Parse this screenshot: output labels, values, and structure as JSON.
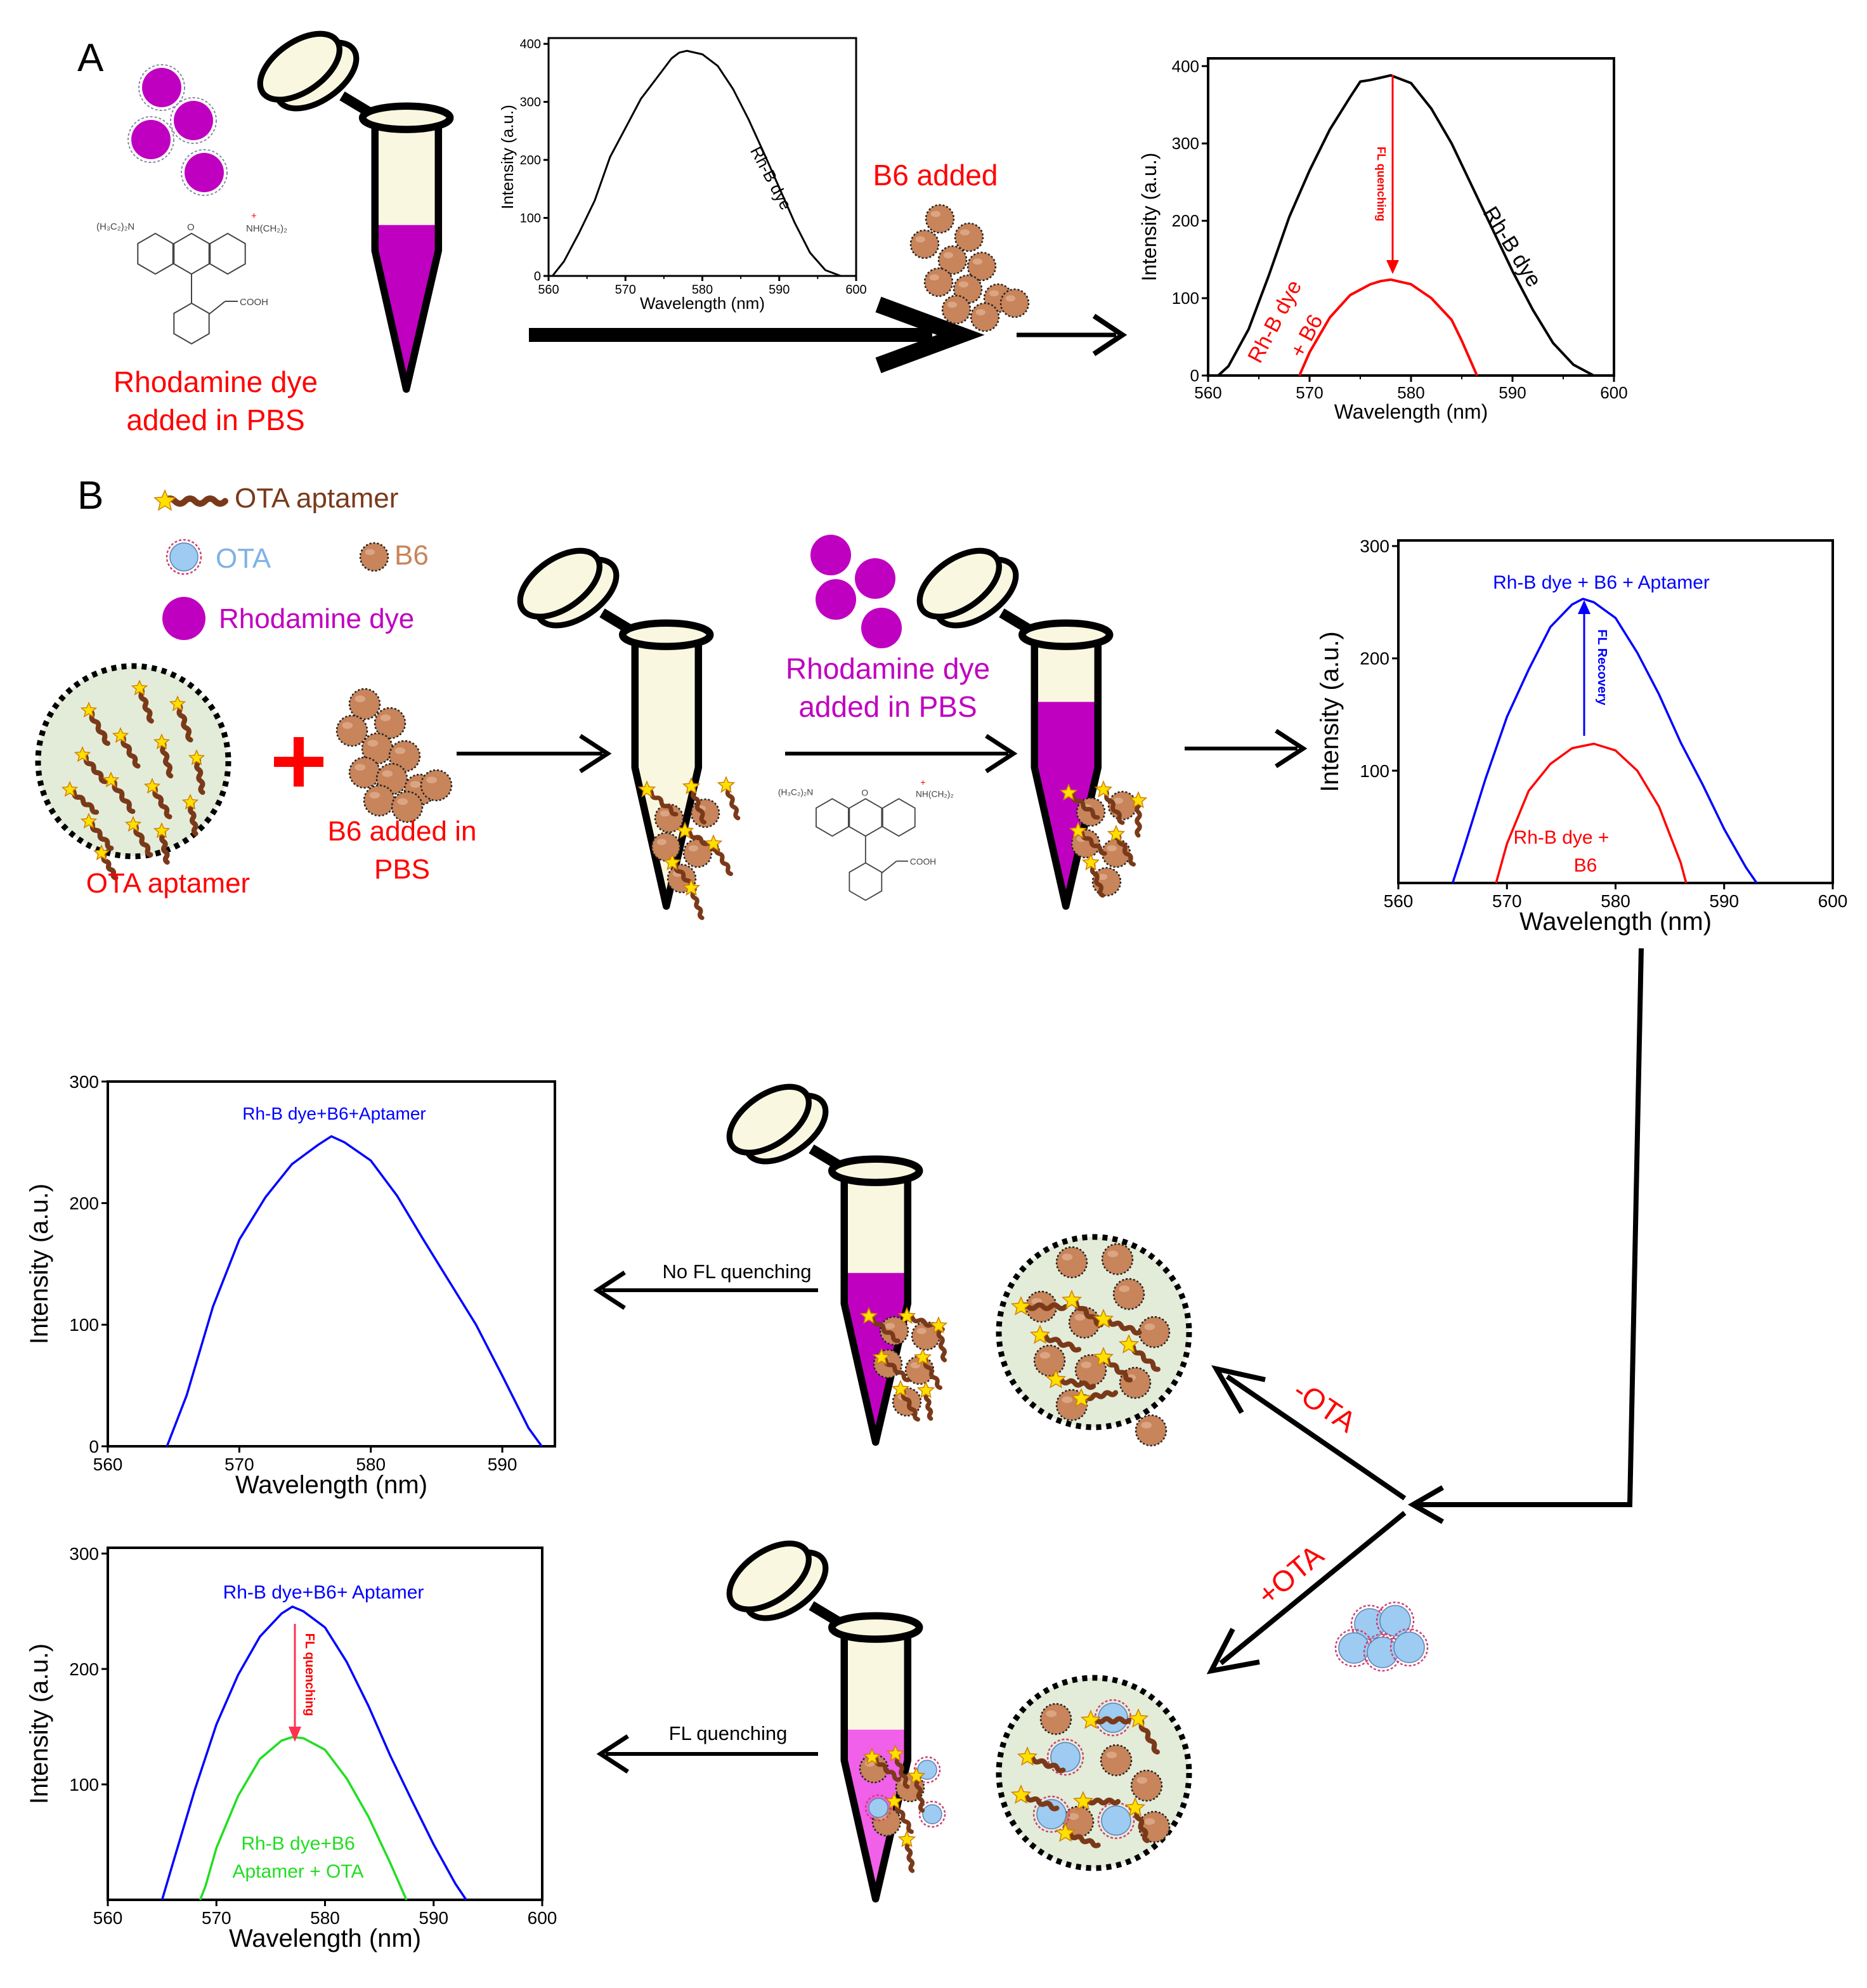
{
  "panels": {
    "a": "A",
    "b": "B"
  },
  "colors": {
    "rhodamine": "#c000c0",
    "b6": "#c8845a",
    "ota": "#9ecbf2",
    "aptamer": "#7a3a1a",
    "star": "#ffe000",
    "pale_green": "#e3ecd9",
    "curve_black": "#000000",
    "curve_red": "#ff0000",
    "curve_blue": "#0000ff",
    "curve_green": "#22dd22",
    "text_red": "#ff0000",
    "text_purple": "#c000c0",
    "text_brown": "#7a3a1a",
    "text_lightblue": "#7fb2e5"
  },
  "panel_a": {
    "dye_label": [
      "Rhodamine dye",
      "added in PBS"
    ],
    "b6_added": "B6 added",
    "structure_labels": {
      "left": "(H₃C₂)₂N",
      "right": "NH(CH₂)₂",
      "cooh": "COOH",
      "o": "O",
      "plus": "+"
    }
  },
  "legend": {
    "aptamer": "OTA aptamer",
    "ota": "OTA",
    "b6": "B6",
    "rhodamine": "Rhodamine dye"
  },
  "panel_b": {
    "aptamer_label": "OTA aptamer",
    "b6_label": [
      "B6 added in",
      "PBS"
    ],
    "dye_label": [
      "Rhodamine dye",
      "added in PBS"
    ],
    "minus_ota": "-OTA",
    "plus_ota": "+OTA",
    "no_quench_arrow": "No FL quenching",
    "quench_arrow": "FL quenching"
  },
  "chart_data": [
    {
      "id": "a1",
      "type": "line",
      "xlabel": "Wavelength (nm)",
      "ylabel": "Intensity (a.u.)",
      "xlim": [
        560,
        600
      ],
      "ylim": [
        0,
        410
      ],
      "xticks": [
        560,
        570,
        580,
        590,
        600
      ],
      "yticks": [
        0,
        100,
        200,
        300,
        400
      ],
      "series": [
        {
          "name": "Rh-B dye",
          "color": "#000000",
          "x": [
            560.5,
            562,
            564,
            566,
            568,
            570,
            572,
            574,
            576,
            577,
            578,
            580,
            582,
            584,
            586,
            588,
            590,
            592,
            594,
            596,
            598
          ],
          "y": [
            0,
            25,
            75,
            130,
            205,
            255,
            305,
            340,
            375,
            385,
            388,
            382,
            362,
            322,
            270,
            212,
            152,
            92,
            40,
            10,
            0
          ]
        }
      ],
      "annotations": [
        {
          "text": "Rh-B dye",
          "color": "#000000"
        }
      ]
    },
    {
      "id": "a2",
      "type": "line",
      "xlabel": "Wavelength (nm)",
      "ylabel": "Intensity (a.u.)",
      "xlim": [
        560,
        600
      ],
      "ylim": [
        0,
        410
      ],
      "xticks": [
        560,
        570,
        580,
        590,
        600
      ],
      "yticks": [
        0,
        100,
        200,
        300,
        400
      ],
      "series": [
        {
          "name": "Rh-B dye",
          "color": "#000000",
          "x": [
            561,
            562,
            564,
            566,
            568,
            570,
            572,
            574,
            575,
            576,
            577,
            578,
            580,
            582,
            584,
            586,
            588,
            590,
            592,
            594,
            596,
            598
          ],
          "y": [
            0,
            12,
            60,
            130,
            205,
            265,
            318,
            360,
            380,
            382,
            385,
            388,
            378,
            345,
            300,
            245,
            190,
            135,
            85,
            42,
            14,
            0
          ]
        },
        {
          "name": "Rh-B dye + B6",
          "color": "#ff0000",
          "x": [
            569,
            570,
            572,
            574,
            576,
            577,
            578,
            580,
            582,
            584,
            585,
            586,
            586.5
          ],
          "y": [
            0,
            30,
            75,
            104,
            118,
            122,
            124,
            118,
            100,
            72,
            45,
            15,
            0
          ]
        }
      ],
      "annotations": [
        {
          "text": "Rh-B dye",
          "color": "#000000"
        },
        {
          "text": "Rh-B dye",
          "color": "#ff0000"
        },
        {
          "text": "+ B6",
          "color": "#ff0000"
        },
        {
          "text": "FL quenching",
          "color": "#ff0000"
        }
      ]
    },
    {
      "id": "b1",
      "type": "line",
      "xlabel": "Wavelength (nm)",
      "ylabel": "Intensity (a.u.)",
      "xlim": [
        560,
        600
      ],
      "ylim": [
        0,
        305
      ],
      "xticks": [
        560,
        570,
        580,
        590,
        600
      ],
      "yticks": [
        100,
        200,
        300
      ],
      "series": [
        {
          "name": "Rh-B dye + B6 + Aptamer",
          "color": "#0000ff",
          "x": [
            565,
            566,
            568,
            570,
            572,
            574,
            576,
            577,
            578,
            580,
            582,
            584,
            586,
            588,
            590,
            592,
            593
          ],
          "y": [
            0,
            30,
            92,
            148,
            190,
            228,
            248,
            253,
            250,
            236,
            205,
            168,
            125,
            88,
            48,
            14,
            0
          ]
        },
        {
          "name": "Rh-B dye + B6",
          "color": "#ff0000",
          "x": [
            569,
            570,
            572,
            574,
            576,
            577,
            578,
            580,
            582,
            584,
            586,
            586.5
          ],
          "y": [
            0,
            35,
            82,
            106,
            120,
            122,
            124,
            118,
            100,
            68,
            18,
            0
          ]
        }
      ],
      "annotations": [
        {
          "text": "Rh-B dye + B6 + Aptamer",
          "color": "#0000ff"
        },
        {
          "text": "FL Recovery",
          "color": "#0000ff"
        },
        {
          "text": "Rh-B dye +",
          "color": "#ff0000"
        },
        {
          "text": "B6",
          "color": "#ff0000"
        }
      ]
    },
    {
      "id": "b2",
      "type": "line",
      "xlabel": "Wavelength (nm)",
      "ylabel": "Intensity (a.u.)",
      "xlim": [
        560,
        594
      ],
      "ylim": [
        0,
        300
      ],
      "xticks": [
        560,
        570,
        580,
        590
      ],
      "yticks": [
        0,
        100,
        200,
        300
      ],
      "series": [
        {
          "name": "Rh-B dye+B6+Aptamer",
          "color": "#0000ff",
          "x": [
            564.5,
            566,
            568,
            570,
            572,
            574,
            575,
            576,
            577,
            578,
            580,
            582,
            584,
            586,
            588,
            590,
            592,
            593
          ],
          "y": [
            0,
            42,
            115,
            170,
            205,
            232,
            240,
            248,
            255,
            250,
            235,
            206,
            170,
            135,
            100,
            58,
            15,
            0
          ]
        }
      ],
      "annotations": [
        {
          "text": "Rh-B dye+B6+Aptamer",
          "color": "#0000ff"
        }
      ]
    },
    {
      "id": "b3",
      "type": "line",
      "xlabel": "Wavelength (nm)",
      "ylabel": "Intensity (a.u.)",
      "xlim": [
        560,
        600
      ],
      "ylim": [
        0,
        305
      ],
      "xticks": [
        560,
        570,
        580,
        590,
        600
      ],
      "yticks": [
        100,
        200,
        300
      ],
      "series": [
        {
          "name": "Rh-B dye+B6+ Aptamer",
          "color": "#0000ff",
          "x": [
            565,
            566,
            568,
            570,
            572,
            574,
            576,
            577,
            578,
            580,
            582,
            584,
            586,
            588,
            590,
            592,
            593
          ],
          "y": [
            0,
            32,
            95,
            152,
            195,
            228,
            248,
            254,
            250,
            236,
            206,
            168,
            125,
            86,
            48,
            14,
            0
          ]
        },
        {
          "name": "Rh-B dye+B6 Aptamer + OTA",
          "color": "#22dd22",
          "x": [
            568.5,
            569,
            570,
            572,
            574,
            576,
            577,
            578,
            580,
            582,
            584,
            586,
            587.5
          ],
          "y": [
            0,
            12,
            45,
            90,
            122,
            138,
            141,
            140,
            130,
            105,
            72,
            32,
            0
          ]
        }
      ],
      "annotations": [
        {
          "text": "Rh-B dye+B6+ Aptamer",
          "color": "#0000ff"
        },
        {
          "text": "FL quenching",
          "color": "#ff0000"
        },
        {
          "text": "Rh-B dye+B6",
          "color": "#22dd22"
        },
        {
          "text": "Aptamer  + OTA",
          "color": "#22dd22"
        }
      ]
    }
  ]
}
